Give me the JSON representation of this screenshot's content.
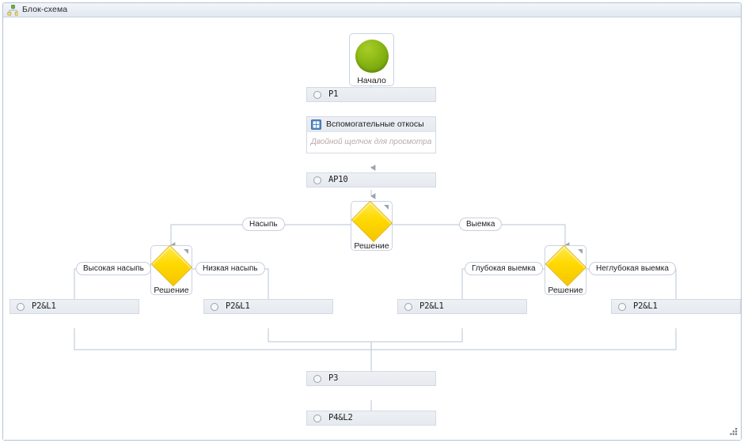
{
  "window": {
    "title": "Блок-схема",
    "icon": "flowchart-icon",
    "resize_grip": "resize-grip-icon",
    "border_color": "#b6c2d2",
    "titlebar_bg": "#e9eef5"
  },
  "canvas": {
    "background": "#ffffff",
    "edge_color": "#c5cfdd",
    "arrow_color": "#9aa4b0"
  },
  "palette": {
    "start_green": "#8fbb16",
    "decision_yellow": "#ffd900",
    "bar_fill": "#e9edf2",
    "bar_border": "#d4dae2",
    "hint_text": "#b9a8a8"
  },
  "nodes": {
    "start": {
      "type": "terminator",
      "label": "Начало",
      "shape": "green-circle"
    },
    "p1": {
      "type": "process",
      "label": "P1",
      "icon": "circle-ring-icon"
    },
    "subprocess": {
      "type": "subprocess",
      "header": "Вспомогательные откосы",
      "hint": "Двойной щелчок для просмотра",
      "icon": "subprocess-icon"
    },
    "ap10": {
      "type": "process",
      "label": "AP10",
      "icon": "circle-ring-icon"
    },
    "decision_main": {
      "type": "decision",
      "label": "Решение",
      "shape": "yellow-diamond"
    },
    "decision_left": {
      "type": "decision",
      "label": "Решение",
      "shape": "yellow-diamond"
    },
    "decision_right": {
      "type": "decision",
      "label": "Решение",
      "shape": "yellow-diamond"
    },
    "p2l1_a": {
      "type": "process",
      "label": "P2&L1",
      "icon": "circle-ring-icon"
    },
    "p2l1_b": {
      "type": "process",
      "label": "P2&L1",
      "icon": "circle-ring-icon"
    },
    "p2l1_c": {
      "type": "process",
      "label": "P2&L1",
      "icon": "circle-ring-icon"
    },
    "p2l1_d": {
      "type": "process",
      "label": "P2&L1",
      "icon": "circle-ring-icon"
    },
    "p3": {
      "type": "process",
      "label": "P3",
      "icon": "circle-ring-icon"
    },
    "p4l2": {
      "type": "process",
      "label": "P4&L2",
      "icon": "circle-ring-icon"
    }
  },
  "edge_labels": {
    "nasyp": "Насыпь",
    "vyemka": "Выемка",
    "vysokaya_nasyp": "Высокая насыпь",
    "nizkaya_nasyp": "Низкая насыпь",
    "glubokaya_vyemka": "Глубокая выемка",
    "neglubokaya_vyemka": "Неглубокая выемка"
  }
}
